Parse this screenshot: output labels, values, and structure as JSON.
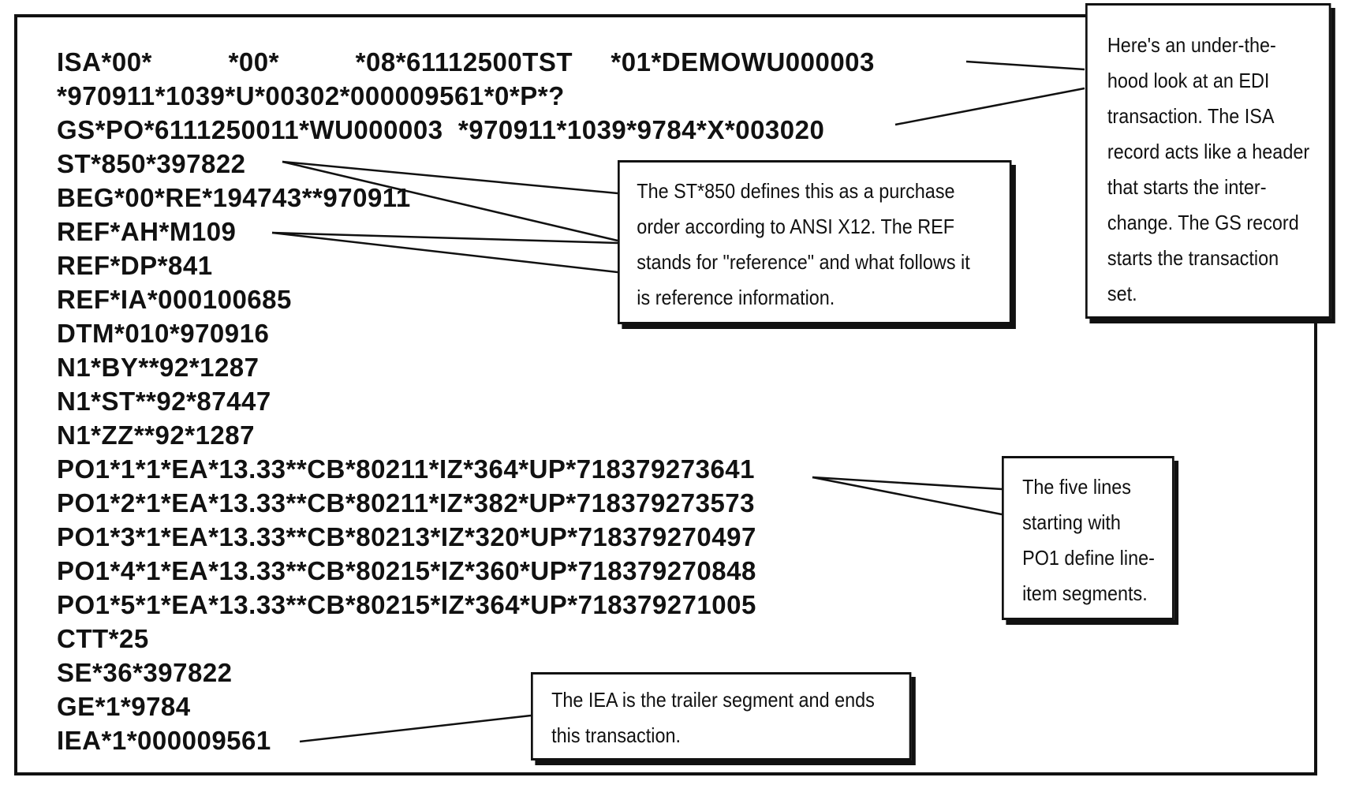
{
  "edi": {
    "lines": [
      "ISA*00*          *00*          *08*61112500TST     *01*DEMOWU000003",
      "*970911*1039*U*00302*000009561*0*P*?",
      "GS*PO*6111250011*WU000003  *970911*1039*9784*X*003020",
      "ST*850*397822",
      "BEG*00*RE*194743**970911",
      "REF*AH*M109",
      "REF*DP*841",
      "REF*IA*000100685",
      "DTM*010*970916",
      "N1*BY**92*1287",
      "N1*ST**92*87447",
      "N1*ZZ**92*1287",
      "PO1*1*1*EA*13.33**CB*80211*IZ*364*UP*718379273641",
      "PO1*2*1*EA*13.33**CB*80211*IZ*382*UP*718379273573",
      "PO1*3*1*EA*13.33**CB*80213*IZ*320*UP*718379270497",
      "PO1*4*1*EA*13.33**CB*80215*IZ*360*UP*718379270848",
      "PO1*5*1*EA*13.33**CB*80215*IZ*364*UP*718379271005",
      "CTT*25",
      "SE*36*397822",
      "GE*1*9784",
      "IEA*1*000009561"
    ]
  },
  "callouts": {
    "isa_gs": [
      "Here's an under-the-",
      "hood look at an EDI",
      "transaction. The ISA",
      "record acts like a header",
      "that starts the inter-",
      "change. The GS record",
      "starts the transaction",
      "set."
    ],
    "st_ref": [
      "The ST*850 defines this as a purchase",
      "order according to ANSI X12. The REF",
      "stands for \"reference\" and what follows it",
      "is reference information."
    ],
    "po1": [
      "The five lines",
      "starting with",
      "PO1 define line-",
      "item segments."
    ],
    "iea": [
      "The IEA is the trailer segment and ends",
      "this transaction."
    ]
  }
}
